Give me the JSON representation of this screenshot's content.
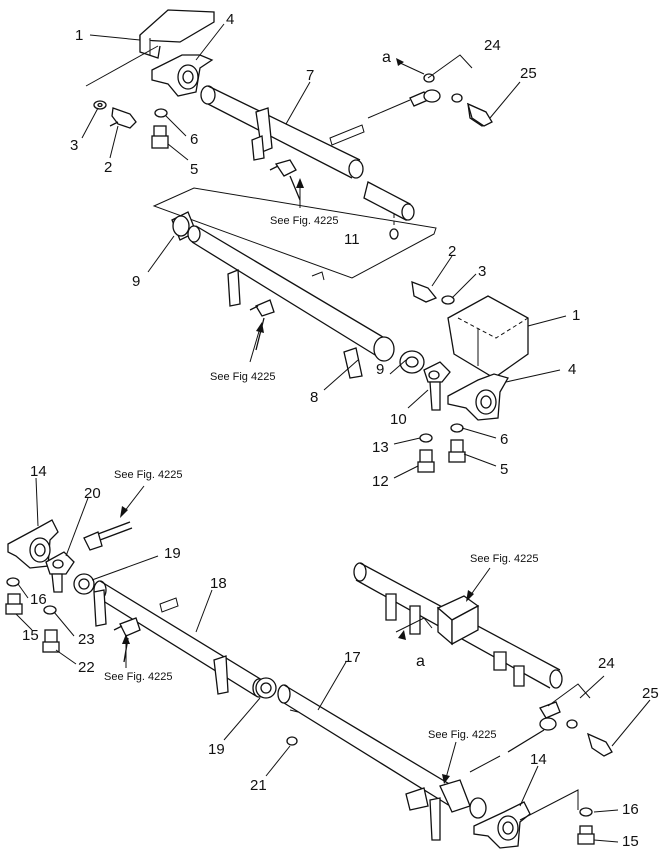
{
  "callouts": {
    "c1a": "1",
    "c4a": "4",
    "c3a": "3",
    "c2a": "2",
    "c6a": "6",
    "c5a": "5",
    "c7": "7",
    "c24a": "24",
    "c25a": "25",
    "c11": "11",
    "c9a": "9",
    "c2b": "2",
    "c3b": "3",
    "c1b": "1",
    "c4b": "4",
    "c8": "8",
    "c9b": "9",
    "c10": "10",
    "c13": "13",
    "c12": "12",
    "c6b": "6",
    "c5b": "5",
    "c14a": "14",
    "c20": "20",
    "c19a": "19",
    "c16a": "16",
    "c15a": "15",
    "c23": "23",
    "c22": "22",
    "c18": "18",
    "c17": "17",
    "c19b": "19",
    "c21": "21",
    "c24b": "24",
    "c25b": "25",
    "c14b": "14",
    "c16b": "16",
    "c15b": "15"
  },
  "letters": {
    "a_top": "a",
    "a_bottom": "a"
  },
  "refs": {
    "r1": "See Fig. 4225",
    "r2": "See Fig 4225",
    "r3": "See Fig. 4225",
    "r4": "See Fig. 4225",
    "r5": "See Fig. 4225",
    "r6": "See Fig. 4225"
  }
}
